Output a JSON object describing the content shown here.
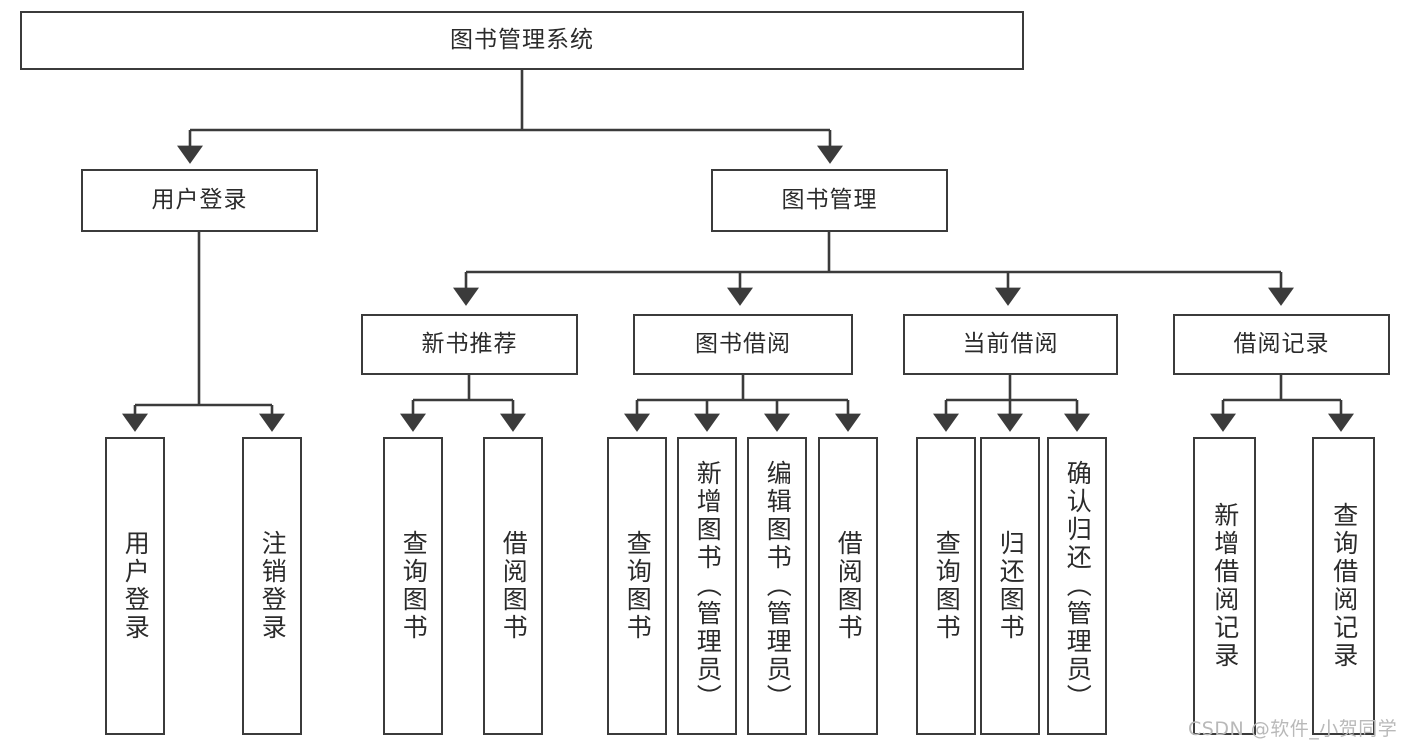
{
  "diagram": {
    "title": "图书管理系统",
    "type": "functional-structure-tree",
    "root": {
      "label": "图书管理系统"
    },
    "level2": [
      {
        "label": "用户登录"
      },
      {
        "label": "图书管理"
      }
    ],
    "level3": [
      {
        "label": "新书推荐"
      },
      {
        "label": "图书借阅"
      },
      {
        "label": "当前借阅"
      },
      {
        "label": "借阅记录"
      }
    ],
    "leaves": {
      "user_login": [
        {
          "label": "用户登录"
        },
        {
          "label": "注销登录"
        }
      ],
      "new_book_recommend": [
        {
          "label": "查询图书"
        },
        {
          "label": "借阅图书"
        }
      ],
      "book_borrow": [
        {
          "label": "查询图书"
        },
        {
          "label": "新增图书（管理员）"
        },
        {
          "label": "编辑图书（管理员）"
        },
        {
          "label": "借阅图书"
        }
      ],
      "current_borrow": [
        {
          "label": "查询图书"
        },
        {
          "label": "归还图书"
        },
        {
          "label": "确认归还（管理员）"
        }
      ],
      "borrow_record": [
        {
          "label": "新增借阅记录"
        },
        {
          "label": "查询借阅记录"
        }
      ]
    }
  },
  "watermark": {
    "text": "CSDN @软件_小贺同学"
  },
  "colors": {
    "box_border": "#3b3b3b",
    "box_fill": "#ffffff",
    "text": "#2b2b2b",
    "connector": "#3b3b3b",
    "watermark": "#b9b9b9",
    "background": "#ffffff"
  }
}
